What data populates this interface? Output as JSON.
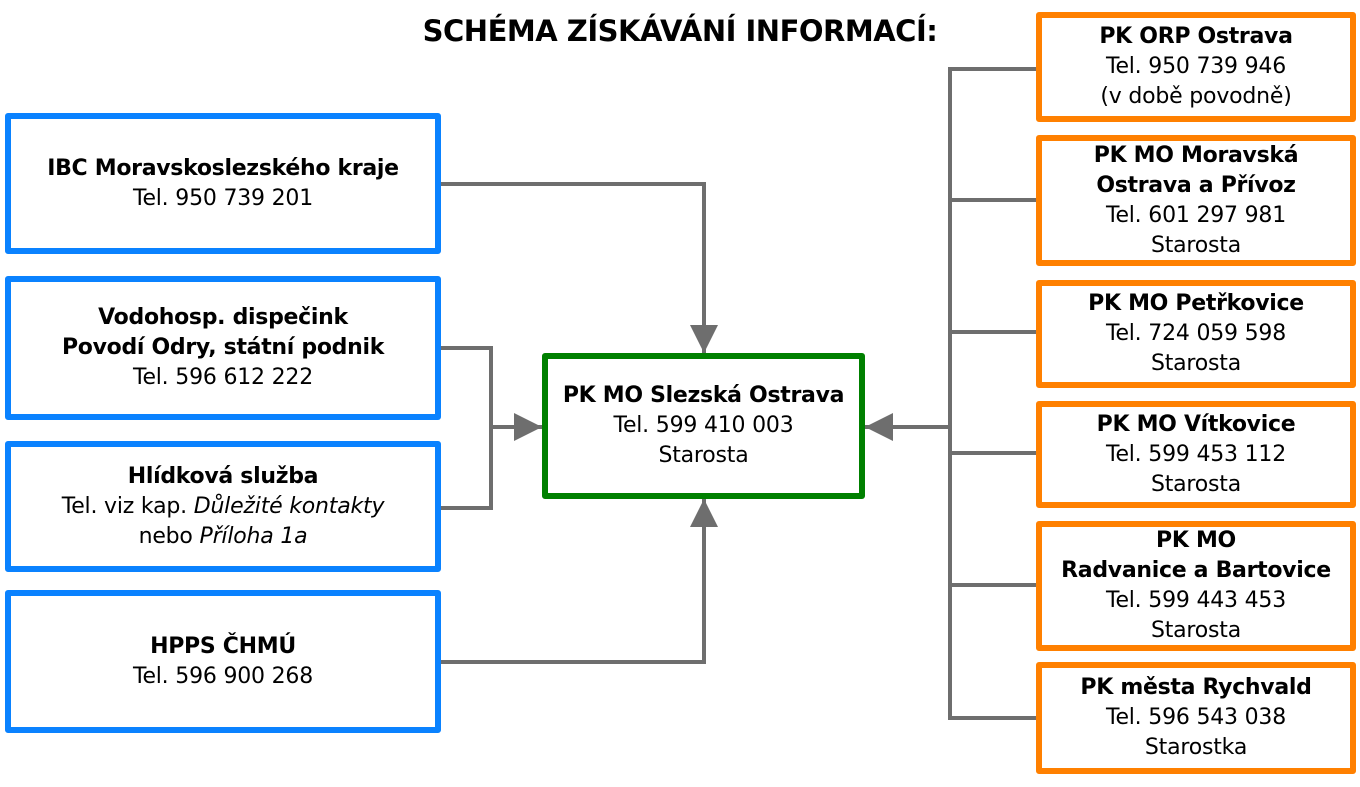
{
  "title": "SCHÉMA ZÍSKÁVÁNÍ INFORMACÍ:",
  "colors": {
    "source_border": "#0a82ff",
    "center_border": "#008000",
    "target_border": "#ff8000",
    "connector": "#6e6e6e"
  },
  "sources": [
    {
      "name": "IBC Moravskoslezského kraje",
      "tel": "Tel. 950 739 201"
    },
    {
      "name_line1": "Vodohosp. dispečink",
      "name_line2": "Povodí Odry, státní podnik",
      "tel": "Tel. 596 612 222"
    },
    {
      "name": "Hlídková služba",
      "tel_prefix": "Tel. viz kap. ",
      "tel_italic": "Důležité kontakty",
      "tel2_prefix": "nebo ",
      "tel2_italic": "Příloha 1a"
    },
    {
      "name": "HPPS ČHMÚ",
      "tel": "Tel. 596 900 268"
    }
  ],
  "center": {
    "name": "PK MO Slezská Ostrava",
    "tel": "Tel. 599 410 003",
    "role": "Starosta"
  },
  "targets": [
    {
      "name": "PK ORP Ostrava",
      "tel": "Tel. 950 739 946",
      "note": "(v době povodně)"
    },
    {
      "name_line1": "PK MO Moravská",
      "name_line2": "Ostrava a Přívoz",
      "tel": "Tel. 601 297 981",
      "role": "Starosta"
    },
    {
      "name": "PK MO Petřkovice",
      "tel": "Tel. 724 059 598",
      "role": "Starosta"
    },
    {
      "name": "PK MO Vítkovice",
      "tel": "Tel. 599 453 112",
      "role": "Starosta"
    },
    {
      "name_line1": "PK MO",
      "name_line2": "Radvanice a Bartovice",
      "tel": "Tel. 599 443 453",
      "role": "Starosta"
    },
    {
      "name": "PK města Rychvald",
      "tel": "Tel. 596 543 038",
      "role": "Starostka"
    }
  ]
}
